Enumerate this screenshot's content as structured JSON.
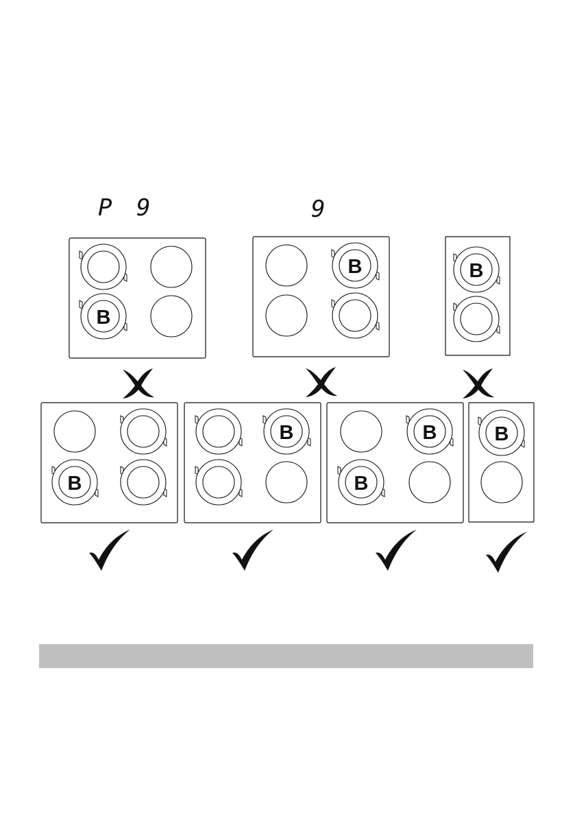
{
  "displays": [
    {
      "text": "P"
    },
    {
      "text": "9"
    },
    {
      "text": "9"
    }
  ],
  "bridge_letter": "B",
  "wrong_examples": [
    {
      "zones": [
        "bridge-ring",
        "plain",
        "bridge-ring-B",
        "plain"
      ]
    },
    {
      "zones": [
        "plain",
        "bridge-ring-B",
        "plain",
        "bridge-ring"
      ]
    },
    {
      "zones": [
        "bridge-ring-B",
        "bridge-ring"
      ]
    }
  ],
  "correct_examples": [
    {
      "zones": [
        "plain",
        "bridge-ring",
        "bridge-ring-B",
        "bridge-ring"
      ]
    },
    {
      "zones": [
        "bridge-ring",
        "bridge-ring-B",
        "bridge-ring",
        "plain"
      ]
    },
    {
      "zones": [
        "plain",
        "bridge-ring-B",
        "bridge-ring-B",
        "plain"
      ]
    },
    {
      "zones": [
        "bridge-ring-B",
        "plain"
      ]
    }
  ],
  "marks": {
    "wrong": "cross-icon",
    "correct": "check-icon"
  },
  "colors": {
    "line": "#111111",
    "banner": "#c0c0c0"
  }
}
